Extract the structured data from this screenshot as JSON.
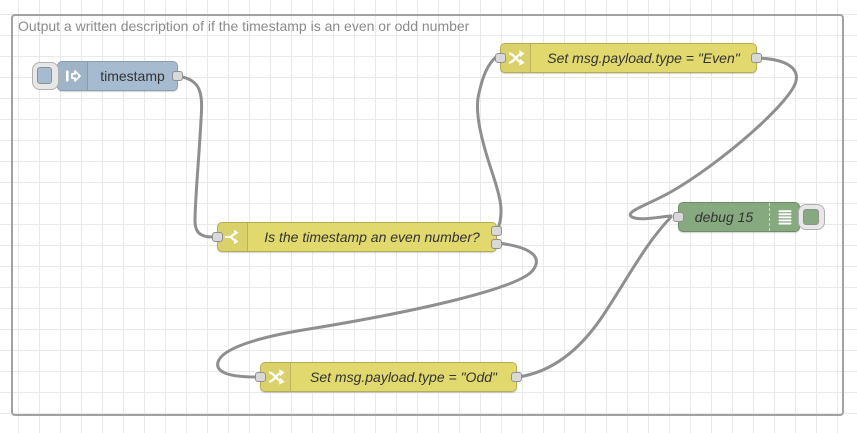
{
  "group": {
    "label": "Output a written description of if the timestamp is an even or odd number"
  },
  "nodes": {
    "inject": {
      "label": "timestamp",
      "color": "#a6bbcf",
      "icon": "inject-arrow-icon"
    },
    "switch": {
      "label": "Is the timestamp an even number?",
      "color": "#e2d96e",
      "icon": "switch-fork-icon",
      "outputs": 2
    },
    "change_even": {
      "label": "Set msg.payload.type = \"Even\"",
      "color": "#e2d96e",
      "icon": "shuffle-arrows-icon"
    },
    "change_odd": {
      "label": "Set msg.payload.type = \"Odd\"",
      "color": "#e2d96e",
      "icon": "shuffle-arrows-icon"
    },
    "debug": {
      "label": "debug 15",
      "color": "#87a980",
      "icon": "output-lines-icon"
    }
  },
  "colors": {
    "wire": "#8f8f8f",
    "port_fill": "#d9d9d9",
    "port_border": "#909090",
    "grid_line": "#e9e9e9",
    "group_border": "#a2a2a2",
    "node_label": "#333333",
    "group_label": "#8b8b8b"
  }
}
